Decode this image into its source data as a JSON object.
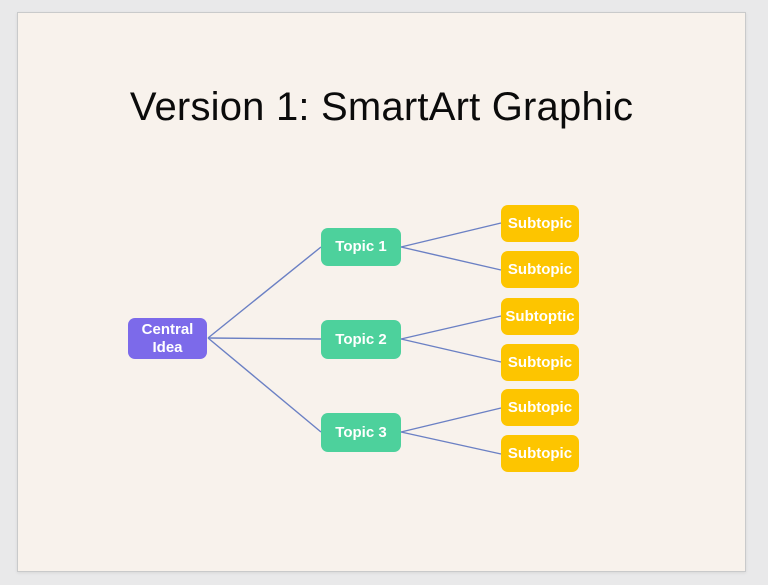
{
  "slide": {
    "title": "Version 1: SmartArt Graphic"
  },
  "diagram": {
    "central": {
      "label": "Central\nIdea"
    },
    "topics": [
      {
        "label": "Topic 1"
      },
      {
        "label": "Topic 2"
      },
      {
        "label": "Topic 3"
      }
    ],
    "subtopics": [
      {
        "label": "Subtopic"
      },
      {
        "label": "Subtopic"
      },
      {
        "label": "Subtoptic"
      },
      {
        "label": "Subtopic"
      },
      {
        "label": "Subtopic"
      },
      {
        "label": "Subtopic"
      }
    ]
  },
  "colors": {
    "outer-bg": "#e9e9ea",
    "slide-bg": "#f8f2ec",
    "purple": "#7c6aea",
    "green": "#4dd19c",
    "yellow": "#fdc500",
    "line": "#6b80c4",
    "title-color": "#0b0b0b",
    "node-text": "#ffffff"
  }
}
